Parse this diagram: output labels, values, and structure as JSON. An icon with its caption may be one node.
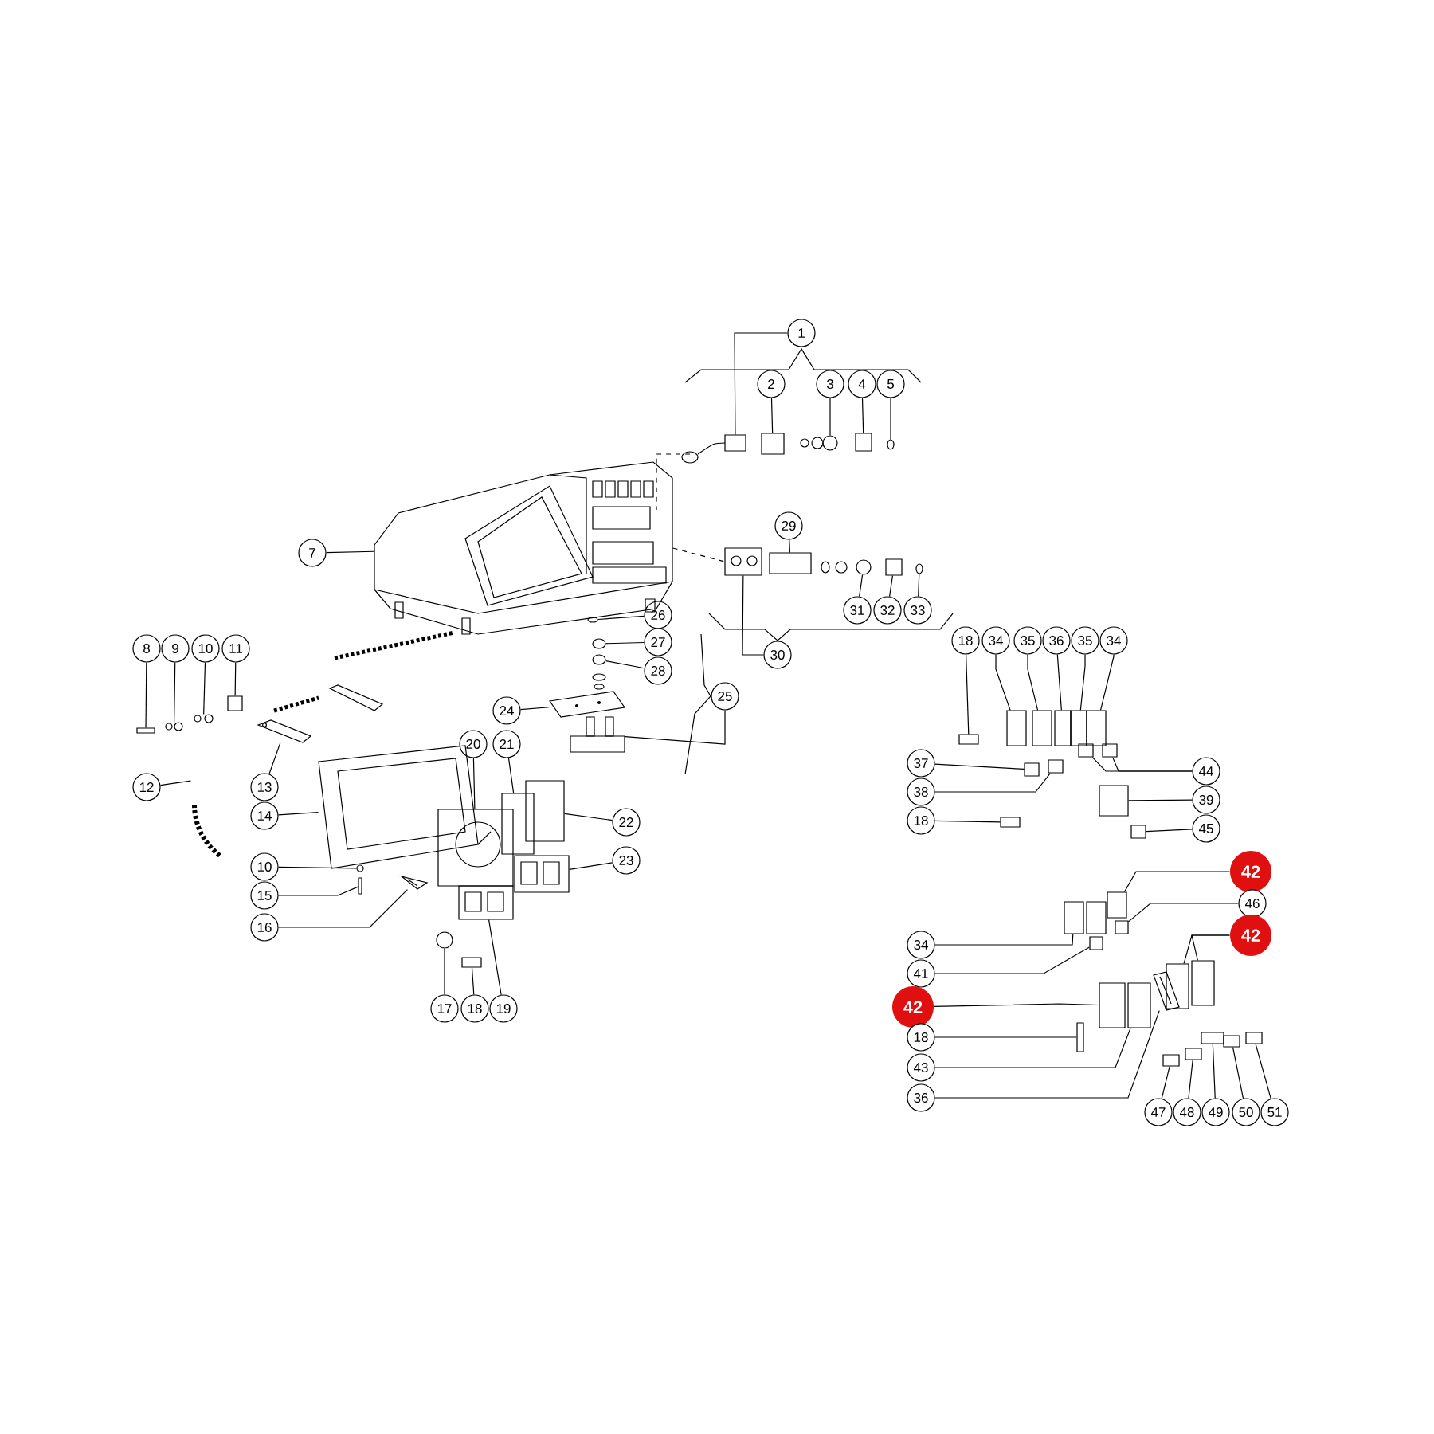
{
  "diagram": {
    "nodes": [
      {
        "text": [
          "1"
        ]
      },
      {
        "text": [
          "2"
        ]
      },
      {
        "text": [
          "3"
        ]
      },
      {
        "text": [
          "4"
        ]
      },
      {
        "text": [
          "5"
        ]
      },
      {
        "text": [
          "7"
        ]
      },
      {
        "text": [
          "29"
        ]
      },
      {
        "text": [
          "31"
        ]
      },
      {
        "text": [
          "32"
        ]
      },
      {
        "text": [
          "33"
        ]
      },
      {
        "text": [
          "26"
        ]
      },
      {
        "text": [
          "27"
        ]
      },
      {
        "text": [
          "28"
        ]
      },
      {
        "text": [
          "30"
        ]
      },
      {
        "text": [
          "8"
        ]
      },
      {
        "text": [
          "9"
        ]
      },
      {
        "text": [
          "10"
        ]
      },
      {
        "text": [
          "11"
        ]
      },
      {
        "text": [
          "25"
        ]
      },
      {
        "text": [
          "24"
        ]
      },
      {
        "text": [
          "20"
        ]
      },
      {
        "text": [
          "21"
        ]
      },
      {
        "text": [
          "12"
        ]
      },
      {
        "text": [
          "13"
        ]
      },
      {
        "text": [
          "14"
        ]
      },
      {
        "text": [
          "22"
        ]
      },
      {
        "text": [
          "23"
        ]
      },
      {
        "text": [
          "10"
        ]
      },
      {
        "text": [
          "15"
        ]
      },
      {
        "text": [
          "16"
        ]
      },
      {
        "text": [
          "17"
        ]
      },
      {
        "text": [
          "18"
        ]
      },
      {
        "text": [
          "19"
        ]
      },
      {
        "text": [
          "18"
        ]
      },
      {
        "text": [
          "34"
        ]
      },
      {
        "text": [
          "35"
        ]
      },
      {
        "text": [
          "36"
        ]
      },
      {
        "text": [
          "35"
        ]
      },
      {
        "text": [
          "34"
        ]
      },
      {
        "text": [
          "37"
        ]
      },
      {
        "text": [
          "44"
        ]
      },
      {
        "text": [
          "38"
        ]
      },
      {
        "text": [
          "39"
        ]
      },
      {
        "text": [
          "18"
        ]
      },
      {
        "text": [
          "45"
        ]
      },
      {
        "text": [
          "42"
        ]
      },
      {
        "text": [
          "46"
        ]
      },
      {
        "text": [
          "34"
        ]
      },
      {
        "text": [
          "42"
        ]
      },
      {
        "text": [
          "41"
        ]
      },
      {
        "text": [
          "42"
        ]
      },
      {
        "text": [
          "18"
        ]
      },
      {
        "text": [
          "43"
        ]
      },
      {
        "text": [
          "36"
        ]
      },
      {
        "text": [
          "47"
        ]
      },
      {
        "text": [
          "48"
        ]
      },
      {
        "text": [
          "49"
        ]
      },
      {
        "text": [
          "50"
        ]
      },
      {
        "text": [
          "51"
        ]
      },
      {
        "text": [],
        "shape": "box"
      },
      {
        "text": [],
        "shape": "box"
      },
      {
        "text": [],
        "shape": "circle"
      },
      {
        "text": [],
        "shape": "box"
      },
      {
        "text": [],
        "shape": "circle"
      },
      {
        "text": [],
        "shape": "picture"
      },
      {
        "text": [],
        "shape": "box"
      },
      {
        "text": [],
        "shape": "circle"
      },
      {
        "text": [],
        "shape": "box"
      },
      {
        "text": [],
        "shape": "circle"
      },
      {
        "text": [],
        "shape": "circle"
      },
      {
        "text": [],
        "shape": "circle"
      },
      {
        "text": [],
        "shape": "circle"
      },
      {
        "text": [],
        "shape": "picture"
      },
      {
        "text": [],
        "shape": "box"
      },
      {
        "text": [],
        "shape": "picture"
      },
      {
        "text": [],
        "shape": "picture"
      },
      {
        "text": [],
        "shape": "box"
      },
      {
        "text": [],
        "shape": "picture"
      },
      {
        "text": [],
        "shape": "picture"
      },
      {
        "text": [],
        "shape": "picture"
      },
      {
        "text": [],
        "shape": "box"
      },
      {
        "text": [],
        "shape": "picture"
      },
      {
        "text": [],
        "shape": "picture"
      },
      {
        "text": [],
        "shape": "picture"
      },
      {
        "text": [],
        "shape": "box"
      },
      {
        "text": [],
        "shape": "picture"
      },
      {
        "text": [],
        "shape": "circle"
      },
      {
        "text": [],
        "shape": "box"
      },
      {
        "text": [],
        "shape": "picture"
      },
      {
        "text": [],
        "shape": "circle"
      },
      {
        "text": [],
        "shape": "box"
      },
      {
        "text": [],
        "shape": "picture"
      },
      {
        "text": [],
        "shape": "box"
      },
      {
        "text": [],
        "shape": "box"
      },
      {
        "text": [],
        "shape": "box"
      },
      {
        "text": [],
        "shape": "box"
      },
      {
        "text": [],
        "shape": "box"
      },
      {
        "text": [],
        "shape": "box"
      },
      {
        "text": [],
        "shape": "box"
      },
      {
        "text": [],
        "shape": "box"
      },
      {
        "text": [],
        "shape": "box"
      },
      {
        "text": [],
        "shape": "box"
      },
      {
        "text": [],
        "shape": "box"
      },
      {
        "text": [],
        "shape": "box"
      },
      {
        "text": [],
        "shape": "box"
      },
      {
        "text": [],
        "shape": "box"
      },
      {
        "text": [],
        "shape": "box"
      },
      {
        "text": [],
        "shape": "box"
      },
      {
        "text": [],
        "shape": "box"
      },
      {
        "text": [],
        "shape": "box"
      },
      {
        "text": [],
        "shape": "box"
      },
      {
        "text": [],
        "shape": "box"
      },
      {
        "text": [],
        "shape": "box"
      },
      {
        "text": [],
        "shape": "box"
      },
      {
        "text": [],
        "shape": "picture"
      },
      {
        "text": [],
        "shape": "box"
      },
      {
        "text": [],
        "shape": "box"
      },
      {
        "text": [],
        "shape": "box"
      },
      {
        "text": [],
        "shape": "box"
      },
      {
        "text": [],
        "shape": "box"
      }
    ],
    "edges": [
      {
        "from": 0,
        "to": 59,
        "arrow": "none"
      },
      {
        "from": 1,
        "to": 60,
        "arrow": "none"
      },
      {
        "from": 2,
        "to": 61,
        "arrow": "none"
      },
      {
        "from": 3,
        "to": 62,
        "arrow": "none"
      },
      {
        "from": 4,
        "to": 63,
        "arrow": "none"
      },
      {
        "from": 5,
        "to": 64,
        "arrow": "none"
      },
      {
        "from": 6,
        "to": 65,
        "arrow": "none"
      },
      {
        "from": 7,
        "to": 66,
        "arrow": "none"
      },
      {
        "from": 8,
        "to": 67,
        "arrow": "none"
      },
      {
        "from": 9,
        "to": 68,
        "arrow": "none"
      },
      {
        "from": 10,
        "to": 69,
        "arrow": "none"
      },
      {
        "from": 11,
        "to": 70,
        "arrow": "none"
      },
      {
        "from": 12,
        "to": 71,
        "arrow": "none"
      },
      {
        "from": 13,
        "to": 72,
        "arrow": "none"
      },
      {
        "from": 14,
        "to": 73,
        "arrow": "none"
      },
      {
        "from": 15,
        "to": 74,
        "arrow": "none"
      },
      {
        "from": 16,
        "to": 75,
        "arrow": "none"
      },
      {
        "from": 17,
        "to": 76,
        "arrow": "none"
      },
      {
        "from": 18,
        "to": 77,
        "arrow": "none"
      },
      {
        "from": 19,
        "to": 78,
        "arrow": "none"
      },
      {
        "from": 20,
        "to": 79,
        "arrow": "none"
      },
      {
        "from": 21,
        "to": 80,
        "arrow": "none"
      },
      {
        "from": 22,
        "to": 81,
        "arrow": "none"
      },
      {
        "from": 23,
        "to": 82,
        "arrow": "none"
      },
      {
        "from": 24,
        "to": 83,
        "arrow": "none"
      },
      {
        "from": 25,
        "to": 84,
        "arrow": "none"
      },
      {
        "from": 26,
        "to": 85,
        "arrow": "none"
      },
      {
        "from": 27,
        "to": 86,
        "arrow": "none"
      },
      {
        "from": 28,
        "to": 87,
        "arrow": "none"
      },
      {
        "from": 29,
        "to": 88,
        "arrow": "none"
      },
      {
        "from": 30,
        "to": 89,
        "arrow": "none"
      },
      {
        "from": 31,
        "to": 90,
        "arrow": "none"
      },
      {
        "from": 32,
        "to": 91,
        "arrow": "none"
      },
      {
        "from": 33,
        "to": 92,
        "arrow": "none"
      },
      {
        "from": 34,
        "to": 93,
        "arrow": "none"
      },
      {
        "from": 35,
        "to": 94,
        "arrow": "none"
      },
      {
        "from": 36,
        "to": 95,
        "arrow": "none"
      },
      {
        "from": 37,
        "to": 96,
        "arrow": "none"
      },
      {
        "from": 38,
        "to": 97,
        "arrow": "none"
      },
      {
        "from": 39,
        "to": 98,
        "arrow": "none"
      },
      {
        "from": 41,
        "to": 99,
        "arrow": "none"
      },
      {
        "from": 40,
        "to": 100,
        "arrow": "none"
      },
      {
        "from": 40,
        "to": 101,
        "arrow": "none"
      },
      {
        "from": 42,
        "to": 102,
        "arrow": "none"
      },
      {
        "from": 43,
        "to": 103,
        "arrow": "none"
      },
      {
        "from": 44,
        "to": 104,
        "arrow": "none"
      },
      {
        "from": 45,
        "to": 105,
        "arrow": "none"
      },
      {
        "from": 46,
        "to": 106,
        "arrow": "none"
      },
      {
        "from": 48,
        "to": 107,
        "arrow": "none"
      },
      {
        "from": 48,
        "to": 108,
        "arrow": "none"
      },
      {
        "from": 47,
        "to": 109,
        "arrow": "none"
      },
      {
        "from": 49,
        "to": 110,
        "arrow": "none"
      },
      {
        "from": 50,
        "to": 111,
        "arrow": "none"
      },
      {
        "from": 51,
        "to": 112,
        "arrow": "none"
      },
      {
        "from": 52,
        "to": 113,
        "arrow": "none"
      },
      {
        "from": 53,
        "to": 114,
        "arrow": "none"
      },
      {
        "from": 54,
        "to": 115,
        "arrow": "none"
      },
      {
        "from": 55,
        "to": 116,
        "arrow": "none"
      },
      {
        "from": 56,
        "to": 117,
        "arrow": "none"
      },
      {
        "from": 57,
        "to": 118,
        "arrow": "none"
      },
      {
        "from": 58,
        "to": 119,
        "arrow": "none"
      },
      {
        "from": 64,
        "to": 72,
        "arrow": "none",
        "style": "dashed"
      }
    ]
  }
}
